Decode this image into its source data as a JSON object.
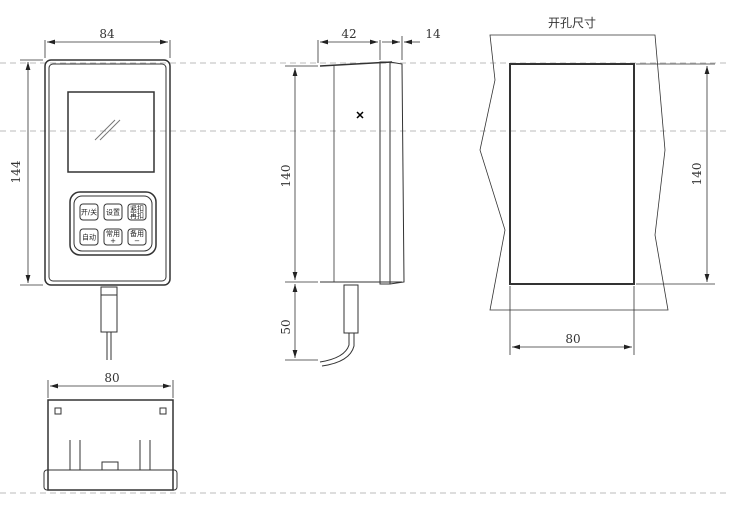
{
  "front_view": {
    "width_dim": "84",
    "height_dim": "144",
    "buttons": [
      {
        "line1": "开/关",
        "line2": ""
      },
      {
        "line1": "设置",
        "line2": ""
      },
      {
        "line1": "紧扣",
        "line2": "再扣"
      },
      {
        "line1": "自动",
        "line2": ""
      },
      {
        "line1": "常用",
        "line2": "+"
      },
      {
        "line1": "备用",
        "line2": "−"
      }
    ]
  },
  "side_view": {
    "depth_dim": "42",
    "front_dim": "14",
    "height_dim": "140",
    "cable_dim": "50"
  },
  "bottom_view": {
    "width_dim": "80"
  },
  "cutout_view": {
    "title": "开孔尺寸",
    "height_dim": "140",
    "width_dim": "80"
  }
}
